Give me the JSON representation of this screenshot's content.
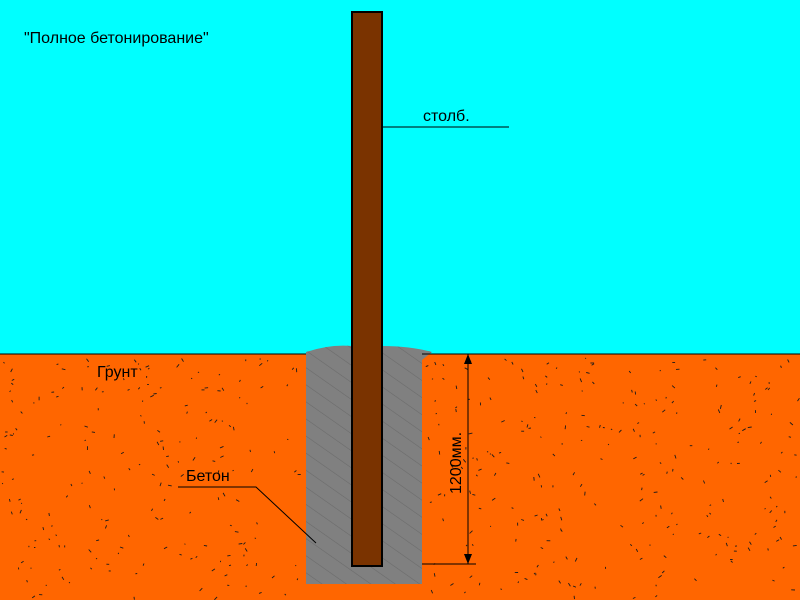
{
  "title": "\"Полное бетонирование\"",
  "labels": {
    "post": "столб.",
    "soil": "Грунт",
    "concrete": "Бетон",
    "depth": "1200мм."
  },
  "colors": {
    "sky": "#00ffff",
    "soil": "#ff6600",
    "post": "#7a3300",
    "concrete": "#808080",
    "outline": "#000000"
  }
}
